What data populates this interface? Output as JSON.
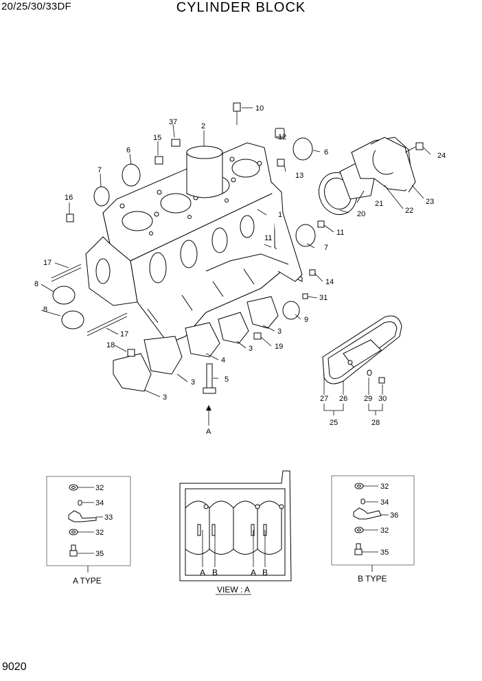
{
  "header": {
    "model": "20/25/30/33DF",
    "title": "CYLINDER BLOCK"
  },
  "footer": {
    "page_number": "9020"
  },
  "callouts": [
    "10",
    "2",
    "37",
    "15",
    "12",
    "6",
    "6",
    "7",
    "13",
    "24",
    "16",
    "21",
    "20",
    "22",
    "23",
    "1",
    "11",
    "7",
    "17",
    "11",
    "14",
    "8",
    "31",
    "8",
    "9",
    "17",
    "3",
    "18",
    "19",
    "3",
    "4",
    "5",
    "3",
    "3",
    "27",
    "26",
    "29",
    "30",
    "25",
    "28",
    "A"
  ],
  "type_a": {
    "caption": "A TYPE",
    "labels": [
      "32",
      "34",
      "33",
      "32",
      "35"
    ]
  },
  "type_b": {
    "caption": "B TYPE",
    "labels": [
      "32",
      "34",
      "36",
      "32",
      "35"
    ]
  },
  "view": {
    "caption": "VIEW : A",
    "labels": [
      "A",
      "B",
      "A",
      "B"
    ]
  }
}
